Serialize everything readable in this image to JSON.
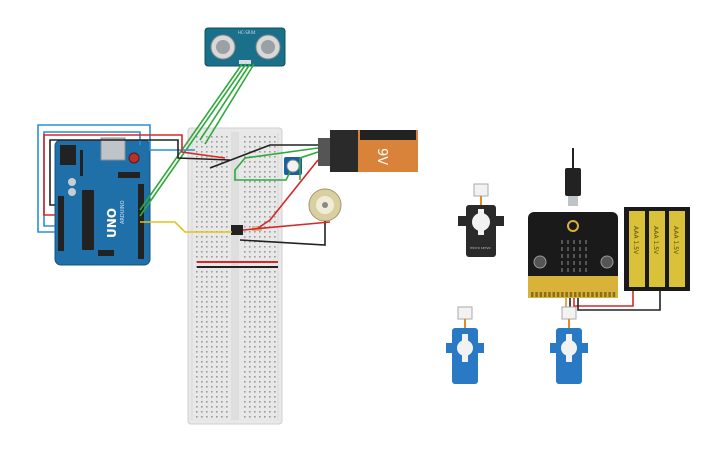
{
  "circuit": {
    "arduino": {
      "brand": "UNO",
      "brand_sub": "ARDUINO",
      "color": "#1f6fa8"
    },
    "ultrasonic": {
      "label": "HC-SR04",
      "color": "#1a6f8a"
    },
    "battery_9v": {
      "label": "9V",
      "body_color": "#d9823a",
      "cap_color": "#222222"
    },
    "aaa_pack": {
      "cells": [
        "AAA 1.5V",
        "AAA 1.5V",
        "AAA 1.5V"
      ],
      "cell_color": "#d9c23a"
    },
    "microbit": {
      "logo_color": "#d9b23a"
    },
    "servo_top": {
      "label": "micro servo"
    },
    "wire_colors": {
      "red": "#d62828",
      "black": "#222222",
      "green": "#2eaa3a",
      "blue": "#2a8fd6",
      "yellow": "#e3c21c",
      "orange": "#e08a2a"
    }
  }
}
